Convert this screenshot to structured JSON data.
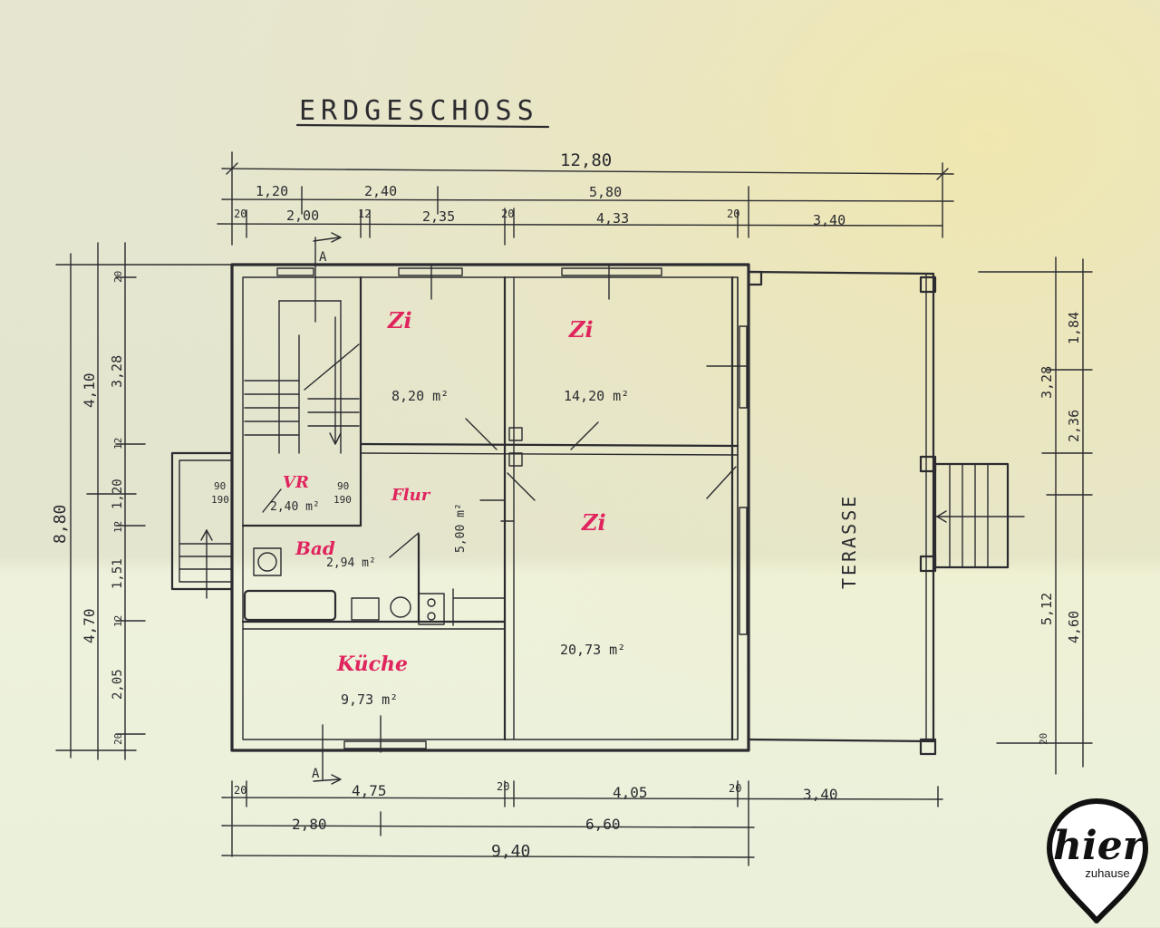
{
  "title": "ERDGESCHOSS",
  "dimensions": {
    "total_top": "12,80",
    "top_row2": [
      "1,20",
      "2,40",
      "5,80"
    ],
    "top_row3": [
      "20",
      "2,00",
      "12",
      "2,35",
      "20",
      "4,33",
      "20",
      "3,40"
    ],
    "left_outer": [
      "8,80"
    ],
    "left_mid": [
      "4,10",
      "4,70"
    ],
    "left_inner": [
      "20",
      "3,28",
      "12",
      "1,20",
      "12",
      "1,51",
      "12",
      "2,05",
      "20"
    ],
    "right_outer": [
      "3,28",
      "5,12"
    ],
    "right_inner": [
      "1,84",
      "2,36",
      "4,60",
      "20"
    ],
    "bottom_row1": [
      "20",
      "4,75",
      "20",
      "4,05",
      "20",
      "3,40"
    ],
    "bottom_row2": [
      "2,80",
      "6,60"
    ],
    "bottom_total": "9,40",
    "door_marks": [
      "90",
      "190",
      "90",
      "190"
    ]
  },
  "rooms": [
    {
      "label": "Zi",
      "area": "8,20 m²"
    },
    {
      "label": "Zi",
      "area": "14,20 m²"
    },
    {
      "label": "Zi",
      "area": "20,73 m²"
    },
    {
      "label": "VR",
      "area": "2,40 m²"
    },
    {
      "label": "Flur",
      "area": "5,00 m²"
    },
    {
      "label": "Bad",
      "area": "2,94 m²"
    },
    {
      "label": "Küche",
      "area": "9,73 m²"
    }
  ],
  "section_marker": "A",
  "terrace_label": "TERASSE",
  "logo": {
    "main": "hier",
    "sub": "zuhause"
  },
  "colors": {
    "ink": "#2b2b30",
    "room_label": "#e0245e",
    "logo": "#111111"
  }
}
